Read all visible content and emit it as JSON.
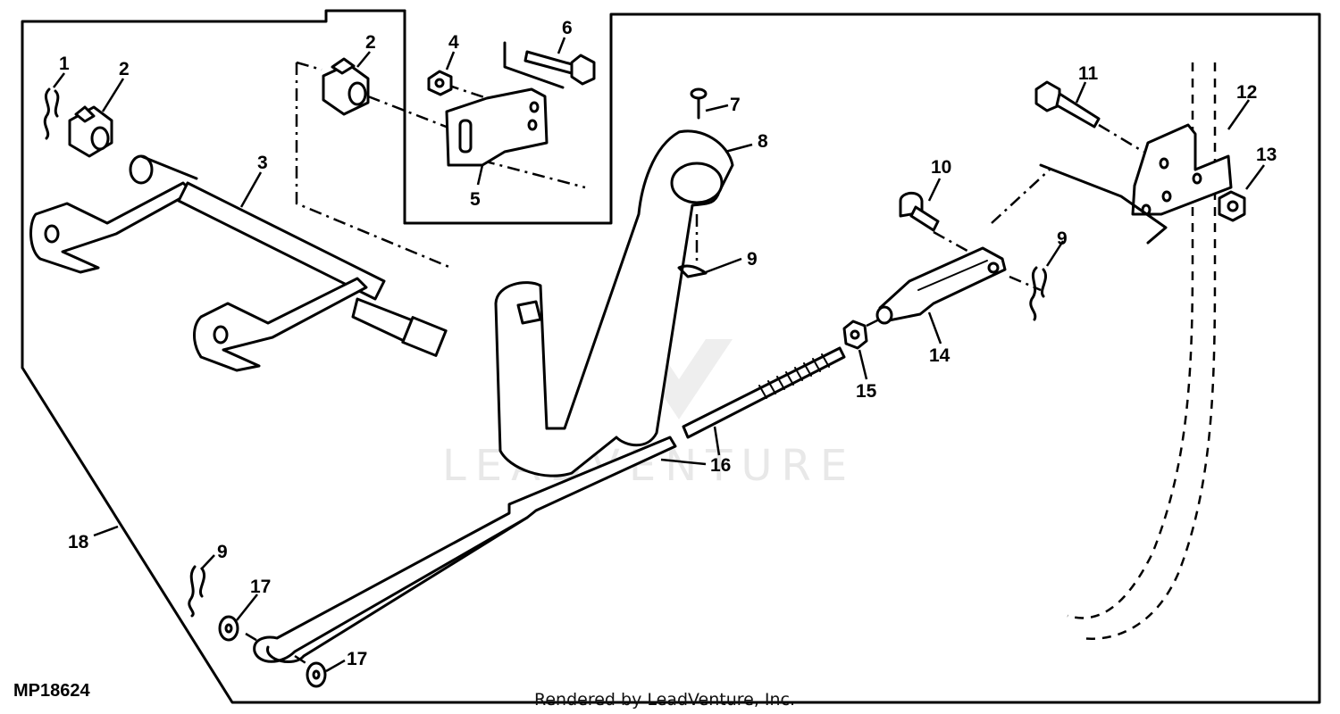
{
  "diagram": {
    "callouts": {
      "c1": "1",
      "c2a": "2",
      "c2b": "2",
      "c3": "3",
      "c4": "4",
      "c5": "5",
      "c6": "6",
      "c7": "7",
      "c8": "8",
      "c9a": "9",
      "c9b": "9",
      "c9c": "9",
      "c10": "10",
      "c11": "11",
      "c12": "12",
      "c13": "13",
      "c14": "14",
      "c15": "15",
      "c16": "16",
      "c17a": "17",
      "c17b": "17",
      "c18": "18"
    },
    "figure_code": "MP18624",
    "watermark": "LEADVENTURE",
    "credit": "Rendered by LeadVenture, Inc."
  }
}
